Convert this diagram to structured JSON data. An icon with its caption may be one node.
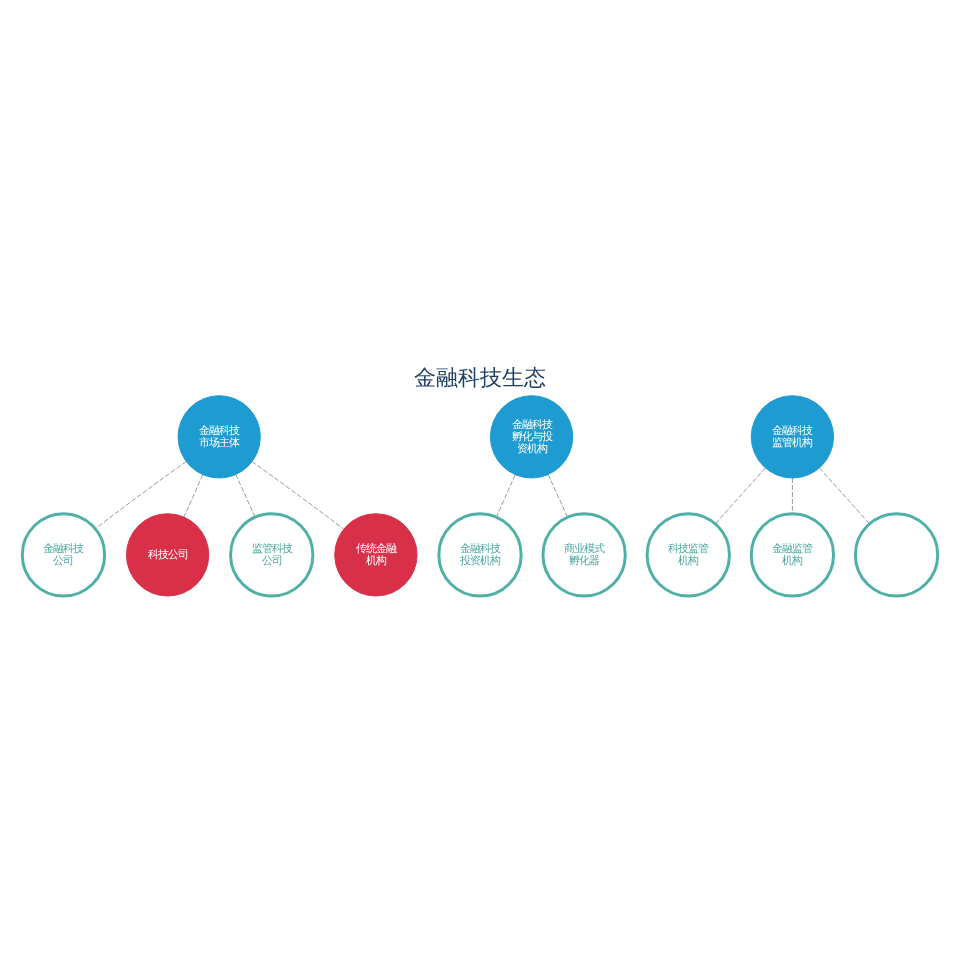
{
  "diagram": {
    "title": "金融科技生态",
    "nodes": [
      {
        "text": [
          "金融科技市场主体"
        ]
      },
      {
        "text": [
          "金融科技公司"
        ]
      },
      {
        "text": [
          "科技公司"
        ]
      },
      {
        "text": [
          "监管科技公司"
        ]
      },
      {
        "text": [
          "传统金融机构"
        ]
      },
      {
        "text": [
          "金融科技孵化与投资机构"
        ]
      },
      {
        "text": [
          "金融科技投资机构"
        ]
      },
      {
        "text": [
          "商业模式孵化器"
        ]
      },
      {
        "text": [
          "金融科技监管机构"
        ]
      },
      {
        "text": [
          "科技监管机构"
        ]
      },
      {
        "text": [
          "金融监管机构"
        ]
      },
      {
        "text": [],
        "shape": "circle"
      }
    ],
    "edges": [
      {
        "from": 0,
        "to": 1,
        "arrow": "none",
        "style": "dashed"
      },
      {
        "from": 0,
        "to": 2,
        "arrow": "none",
        "style": "dashed"
      },
      {
        "from": 0,
        "to": 3,
        "arrow": "none",
        "style": "dashed"
      },
      {
        "from": 0,
        "to": 4,
        "arrow": "none",
        "style": "dashed"
      },
      {
        "from": 5,
        "to": 6,
        "arrow": "none",
        "style": "dashed"
      },
      {
        "from": 5,
        "to": 7,
        "arrow": "none",
        "style": "dashed"
      },
      {
        "from": 8,
        "to": 9,
        "arrow": "none",
        "style": "dashed"
      },
      {
        "from": 8,
        "to": 10,
        "arrow": "none",
        "style": "dashed"
      },
      {
        "from": 8,
        "to": 11,
        "arrow": "none",
        "style": "dashed"
      }
    ]
  }
}
